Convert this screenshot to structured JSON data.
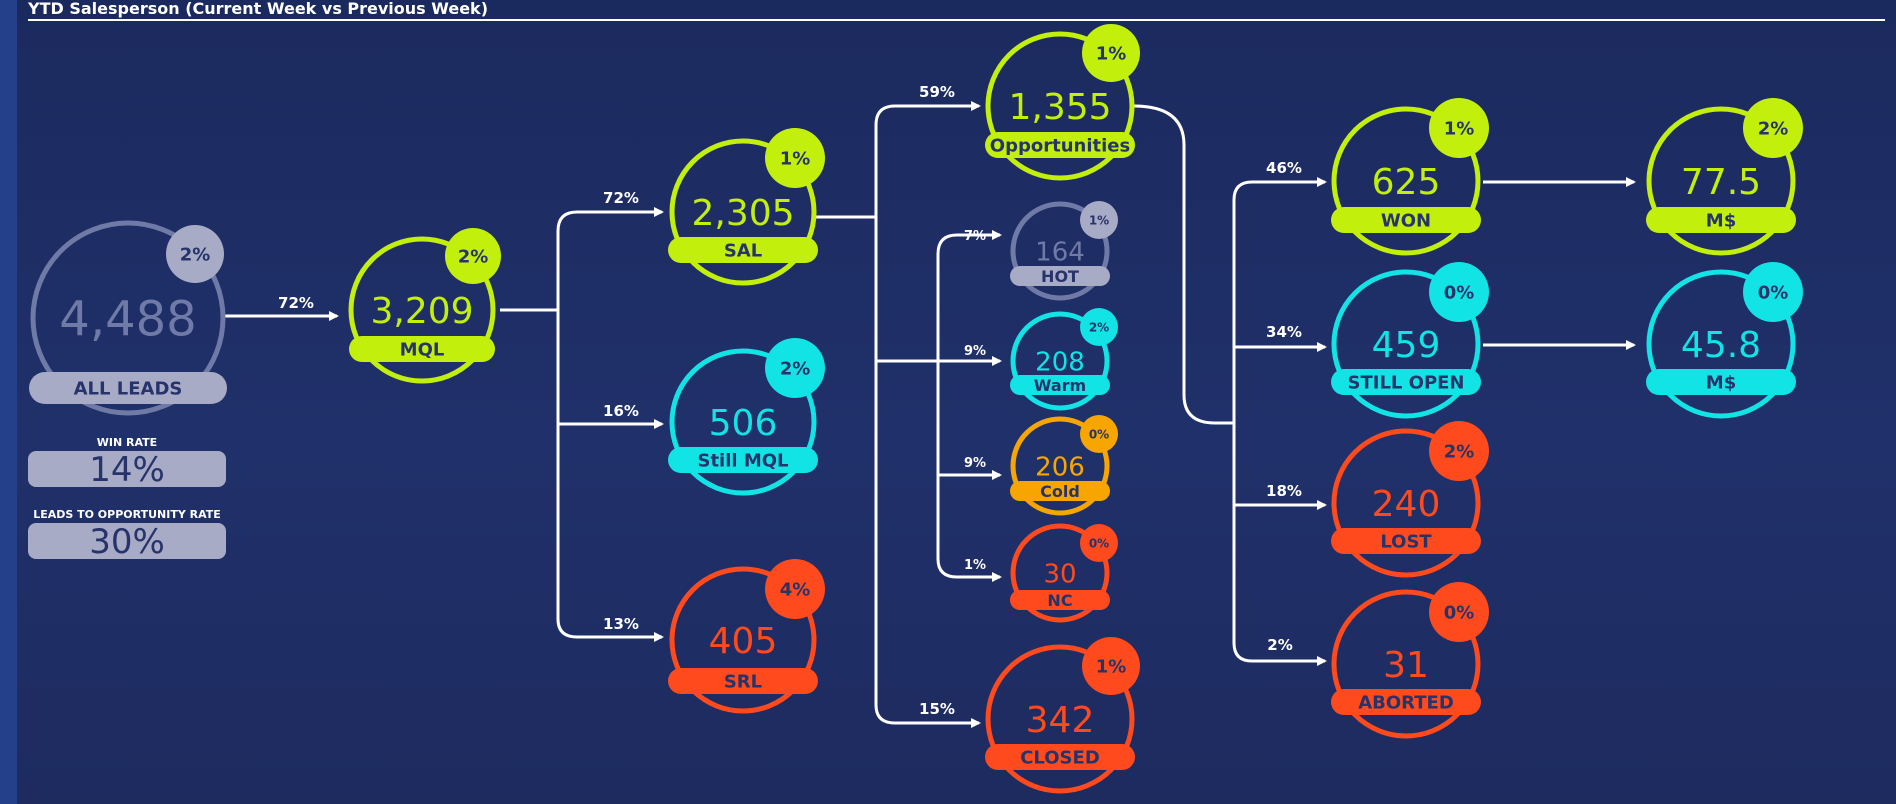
{
  "title": "YTD Salesperson (Current Week vs Previous Week)",
  "colors": {
    "lime": "#c2f00c",
    "cyan": "#12e3e5",
    "red": "#fe4a1d",
    "orange": "#f7a500",
    "grey": "#a7abc6",
    "slate": "#6f7aa6",
    "dark": "#27336b",
    "line": "#ffffff"
  },
  "kpis": {
    "win_rate_label": "WIN RATE",
    "win_rate_value": "14%",
    "lead_opp_label": "LEADS TO OPPORTUNITY RATE",
    "lead_opp_value": "30%"
  },
  "nodes": {
    "all_leads": {
      "value": "4,488",
      "label": "ALL LEADS",
      "change": "2%"
    },
    "mql": {
      "value": "3,209",
      "label": "MQL",
      "change": "2%"
    },
    "sal": {
      "value": "2,305",
      "label": "SAL",
      "change": "1%"
    },
    "still_mql": {
      "value": "506",
      "label": "Still MQL",
      "change": "2%"
    },
    "srl": {
      "value": "405",
      "label": "SRL",
      "change": "4%"
    },
    "opportunities": {
      "value": "1,355",
      "label": "Opportunities",
      "change": "1%"
    },
    "hot": {
      "value": "164",
      "label": "HOT",
      "change": "1%"
    },
    "warm": {
      "value": "208",
      "label": "Warm",
      "change": "2%"
    },
    "cold": {
      "value": "206",
      "label": "Cold",
      "change": "0%"
    },
    "nc": {
      "value": "30",
      "label": "NC",
      "change": "0%"
    },
    "closed": {
      "value": "342",
      "label": "CLOSED",
      "change": "1%"
    },
    "won": {
      "value": "625",
      "label": "WON",
      "change": "1%"
    },
    "still_open": {
      "value": "459",
      "label": "STILL OPEN",
      "change": "0%"
    },
    "lost": {
      "value": "240",
      "label": "LOST",
      "change": "2%"
    },
    "aborted": {
      "value": "31",
      "label": "ABORTED",
      "change": "0%"
    },
    "won_m": {
      "value": "77.5",
      "label": "M$",
      "change": "2%"
    },
    "open_m": {
      "value": "45.8",
      "label": "M$",
      "change": "0%"
    }
  },
  "edges": {
    "all_to_mql": "72%",
    "mql_to_sal": "72%",
    "mql_to_still_mql": "16%",
    "mql_to_srl": "13%",
    "sal_to_opportunities": "59%",
    "sal_to_hot": "7%",
    "sal_to_warm": "9%",
    "sal_to_cold": "9%",
    "sal_to_nc": "1%",
    "sal_to_closed": "15%",
    "opp_to_won": "46%",
    "opp_to_still_open": "34%",
    "opp_to_lost": "18%",
    "opp_to_aborted": "2%"
  }
}
